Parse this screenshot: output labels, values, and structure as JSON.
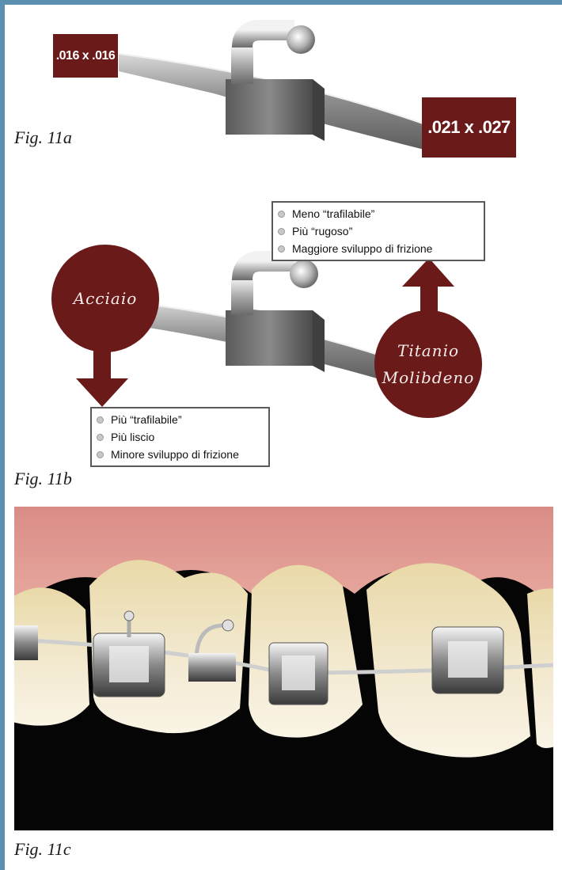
{
  "fig_a": {
    "caption": "Fig. 11a",
    "small_wire_label": ".016 x .016",
    "large_wire_label": ".021 x .027"
  },
  "fig_b": {
    "caption": "Fig. 11b",
    "steel_label": "Acciaio",
    "titanium_label_line1": "Titanio",
    "titanium_label_line2": "Molibdeno",
    "titanium_props": [
      "Meno “trafilabile”",
      "Più “rugoso”",
      "Maggiore sviluppo di frizione"
    ],
    "steel_props": [
      "Più “trafilabile”",
      "Più liscio",
      "Minore sviluppo di frizione"
    ]
  },
  "fig_c": {
    "caption": "Fig. 11c"
  },
  "colors": {
    "frame": "#5b8fb0",
    "accent": "#6b1a1a"
  }
}
